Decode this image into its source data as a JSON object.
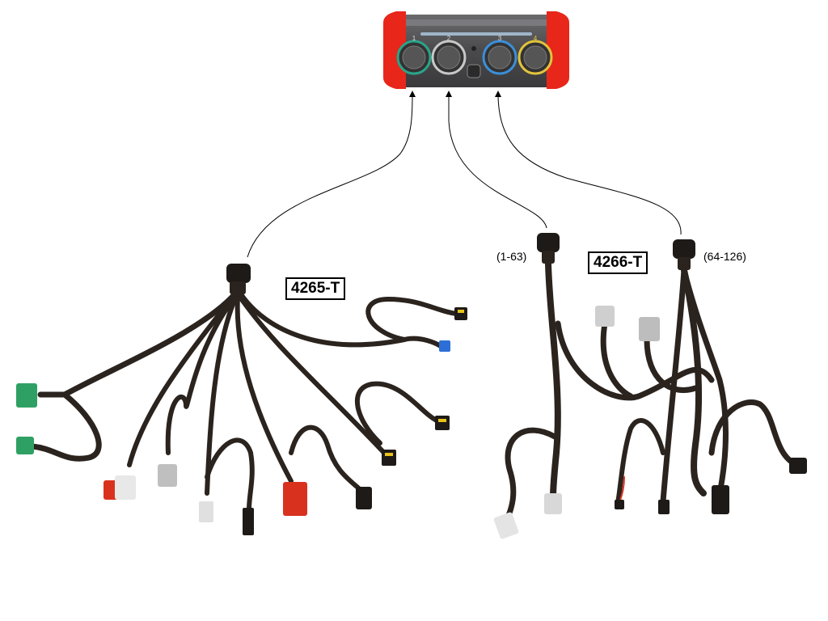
{
  "device": {
    "port_numbers": [
      "1",
      "2",
      "3",
      "4"
    ],
    "port_ring_colors": [
      "#2aa58a",
      "#c8c8c8",
      "#3b8fd8",
      "#e2c43a"
    ],
    "body_color": "#4a4a4d",
    "bumper_color": "#e8261a"
  },
  "harnesses": {
    "left": {
      "name": "4265-T"
    },
    "right": {
      "name": "4266-T",
      "range_left": "(1-63)",
      "range_right": "(64-126)"
    }
  },
  "colors": {
    "cable": "#2a231e",
    "connector_green": "#2fa063",
    "connector_red": "#d8321f",
    "connector_blue": "#2c6fd6",
    "connector_yellow": "#e8c21a",
    "connector_gray": "#bfbfbf"
  }
}
